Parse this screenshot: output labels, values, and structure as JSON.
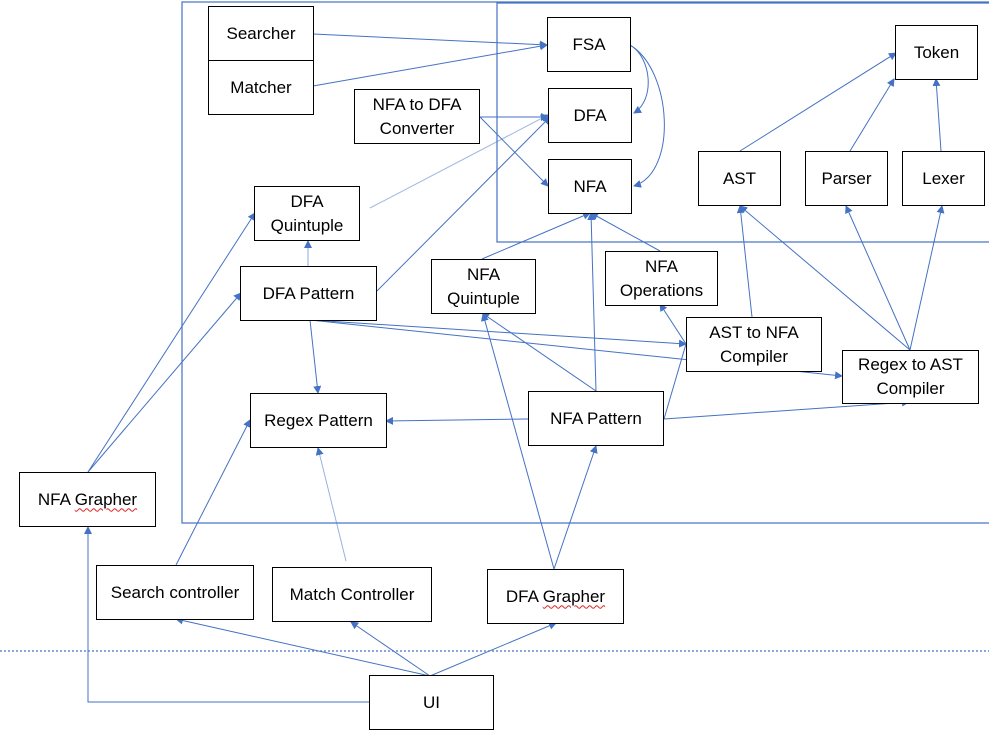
{
  "colors": {
    "arrow": "#4472C4",
    "frame": "#4472C4",
    "box_border": "#000000",
    "spellcheck": "#dd2222"
  },
  "nodes": {
    "searcher": "Searcher",
    "matcher": "Matcher",
    "nfa_to_dfa": "NFA to DFA\nConverter",
    "fsa": "FSA",
    "dfa": "DFA",
    "nfa": "NFA",
    "token": "Token",
    "ast": "AST",
    "parser": "Parser",
    "lexer": "Lexer",
    "dfa_quintuple": "DFA\nQuintuple",
    "dfa_pattern": "DFA Pattern",
    "nfa_quintuple": "NFA\nQuintuple",
    "nfa_operations": "NFA\nOperations",
    "ast_to_nfa": "AST to NFA\nCompiler",
    "regex_to_ast": "Regex to AST\nCompiler",
    "regex_pattern": "Regex Pattern",
    "nfa_pattern": "NFA Pattern",
    "nfa_grapher_a": "NFA ",
    "nfa_grapher_b": "Grapher",
    "search_controller": "Search controller",
    "match_controller": "Match Controller",
    "dfa_grapher_a": "DFA ",
    "dfa_grapher_b": "Grapher",
    "ui": "UI"
  },
  "edges": [
    {
      "from": "searcher",
      "to": "fsa"
    },
    {
      "from": "matcher",
      "to": "fsa"
    },
    {
      "from": "nfa_to_dfa",
      "to": "dfa"
    },
    {
      "from": "nfa_to_dfa",
      "to": "nfa"
    },
    {
      "from": "fsa",
      "to": "dfa"
    },
    {
      "from": "fsa",
      "to": "nfa"
    },
    {
      "from": "ast",
      "to": "token"
    },
    {
      "from": "parser",
      "to": "token"
    },
    {
      "from": "lexer",
      "to": "token"
    },
    {
      "from": "dfa_quintuple",
      "to": "dfa"
    },
    {
      "from": "dfa_pattern",
      "to": "dfa_quintuple"
    },
    {
      "from": "dfa_pattern",
      "to": "dfa"
    },
    {
      "from": "dfa_pattern",
      "to": "regex_pattern"
    },
    {
      "from": "dfa_pattern",
      "to": "ast_to_nfa"
    },
    {
      "from": "dfa_pattern",
      "to": "regex_to_ast"
    },
    {
      "from": "nfa_quintuple",
      "to": "nfa"
    },
    {
      "from": "nfa_operations",
      "to": "nfa"
    },
    {
      "from": "ast_to_nfa",
      "to": "ast"
    },
    {
      "from": "regex_to_ast",
      "to": "ast"
    },
    {
      "from": "regex_to_ast",
      "to": "parser"
    },
    {
      "from": "regex_to_ast",
      "to": "lexer"
    },
    {
      "from": "nfa_pattern",
      "to": "regex_pattern"
    },
    {
      "from": "nfa_pattern",
      "to": "nfa"
    },
    {
      "from": "nfa_pattern",
      "to": "nfa_quintuple"
    },
    {
      "from": "nfa_pattern",
      "to": "nfa_operations"
    },
    {
      "from": "nfa_pattern",
      "to": "regex_to_ast"
    },
    {
      "from": "nfa_grapher",
      "to": "dfa_quintuple"
    },
    {
      "from": "nfa_grapher",
      "to": "dfa_pattern"
    },
    {
      "from": "search_controller",
      "to": "regex_pattern"
    },
    {
      "from": "match_controller",
      "to": "regex_pattern"
    },
    {
      "from": "dfa_grapher",
      "to": "nfa_quintuple"
    },
    {
      "from": "dfa_grapher",
      "to": "nfa_pattern"
    },
    {
      "from": "ui",
      "to": "search_controller"
    },
    {
      "from": "ui",
      "to": "match_controller"
    },
    {
      "from": "ui",
      "to": "dfa_grapher"
    },
    {
      "from": "ui",
      "to": "nfa_grapher"
    }
  ]
}
